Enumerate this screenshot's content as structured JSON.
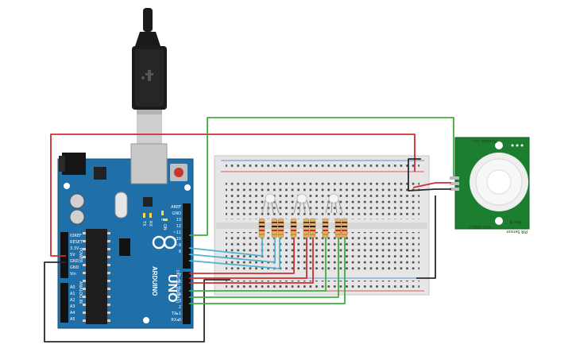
{
  "arduino": {
    "model": "UNO",
    "brand": "ARDUINO",
    "power_header_label": "POWER",
    "analog_header_label": "ANALOG IN",
    "digital_header_label": "DIGITAL (PWM~)",
    "power_pins": [
      "IOREF",
      "RESET",
      "3.3V",
      "5V",
      "GND",
      "GND",
      "Vin"
    ],
    "analog_pins": [
      "A0",
      "A1",
      "A2",
      "A3",
      "A4",
      "A5"
    ],
    "digital_pins": [
      "AREF",
      "GND",
      "13",
      "12",
      "~11",
      "~10",
      "~9",
      "8",
      "7",
      "~6",
      "~5",
      "4",
      "~3",
      "2",
      "TX▸1",
      "RX◂0"
    ],
    "led_labels": [
      "TX",
      "RX",
      "L"
    ],
    "on_label": "ON"
  },
  "pir_sensor": {
    "name": "PIR Sensor",
    "part_number": "555-28027",
    "label_1": "Parallax, Inc.",
    "label_2": "Rev B"
  },
  "colors": {
    "board": "#1f6fa8",
    "breadboard": "#e6e6e6",
    "wire_red": "#d42c2c",
    "wire_black": "#2a2a2a",
    "wire_green": "#3fae3f",
    "wire_blue": "#4fb3d0",
    "pir_pcb": "#1c7f30"
  }
}
